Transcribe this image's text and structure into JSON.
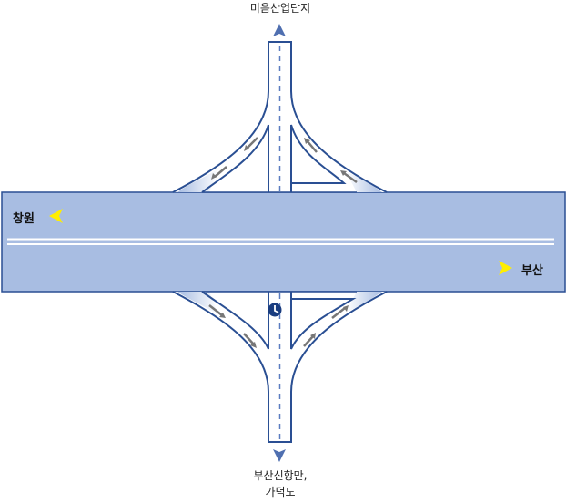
{
  "destinations": {
    "north": "미음산업단지",
    "south_line1": "부산신항만,",
    "south_line2": "가덕도",
    "west": "창원",
    "east": "부산"
  },
  "icons": [
    "arrow-up-icon",
    "arrow-down-icon",
    "arrow-left-icon",
    "arrow-right-icon",
    "clock-icon"
  ],
  "colors": {
    "road": "#a8bde2",
    "outline": "#2a4f93",
    "arrow": "#ffee00",
    "flow": "#777777"
  }
}
